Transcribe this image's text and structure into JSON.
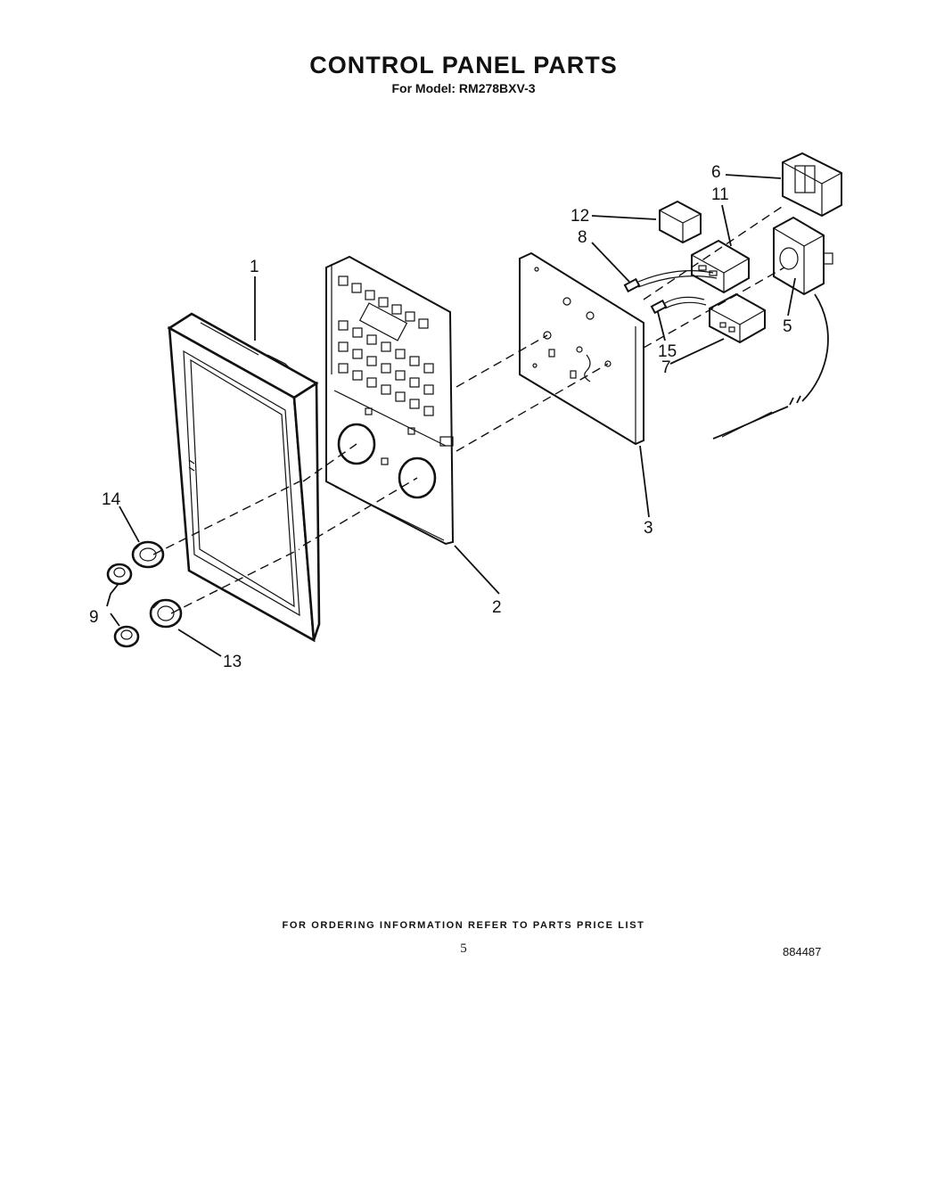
{
  "header": {
    "title": "CONTROL PANEL PARTS",
    "model_line": "For Model: RM278BXV-3"
  },
  "callouts": [
    {
      "id": "1",
      "text": "1"
    },
    {
      "id": "2",
      "text": "2"
    },
    {
      "id": "3",
      "text": "3"
    },
    {
      "id": "5",
      "text": "5"
    },
    {
      "id": "6",
      "text": "6"
    },
    {
      "id": "7",
      "text": "7"
    },
    {
      "id": "8",
      "text": "8"
    },
    {
      "id": "9",
      "text": "9"
    },
    {
      "id": "11",
      "text": "11"
    },
    {
      "id": "12",
      "text": "12"
    },
    {
      "id": "13",
      "text": "13"
    },
    {
      "id": "14",
      "text": "14"
    },
    {
      "id": "15",
      "text": "15"
    }
  ],
  "footer": {
    "ordering_note": "FOR ORDERING INFORMATION REFER TO PARTS PRICE LIST",
    "page_number": "5",
    "document_number": "884487"
  }
}
